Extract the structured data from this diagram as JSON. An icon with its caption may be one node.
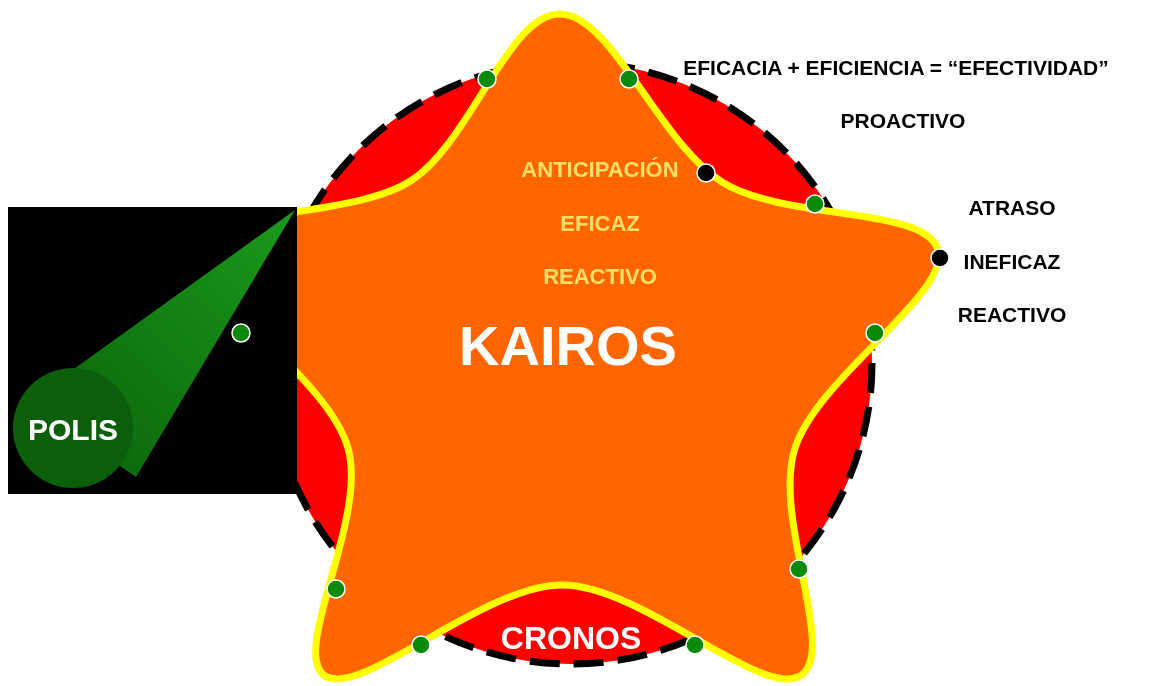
{
  "diagram": {
    "nodes": [
      {
        "text": [],
        "shape": "star"
      },
      {
        "text": [
          "ANTICIPACIÓN",
          "EFICAZ",
          "REACTIVO",
          "KAIROS",
          "CRONOS"
        ],
        "in": 0
      },
      {
        "text": [],
        "shape": "box"
      },
      {
        "text": [
          "POLIS"
        ],
        "in": 2
      }
    ],
    "labels": [
      "EFICACIA + EFICIENCIA = “EFECTIVIDAD”",
      "PROACTIVO",
      "ATRASO",
      "INEFICAZ",
      "REACTIVO"
    ]
  }
}
